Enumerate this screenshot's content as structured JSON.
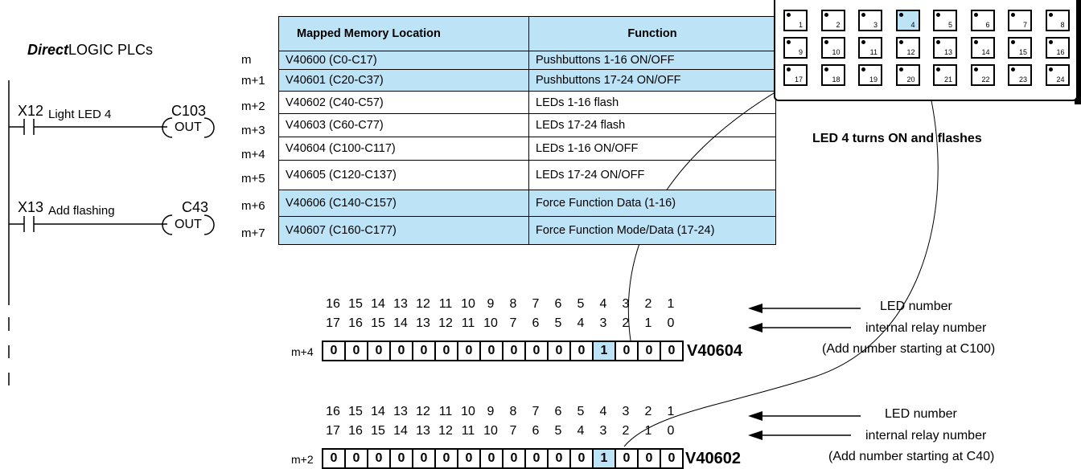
{
  "heading": {
    "bold_part": "Direct",
    "rest": "LOGIC PLCs"
  },
  "ladder": {
    "rung1": {
      "contact": "X12",
      "comment": "Light LED 4",
      "coil_addr": "C103",
      "coil_label": "OUT"
    },
    "rung2": {
      "contact": "X13",
      "comment": "Add flashing",
      "coil_addr": "C43",
      "coil_label": "OUT"
    }
  },
  "table": {
    "headers": [
      "Mapped Memory Location",
      "Function"
    ],
    "rows": [
      {
        "label": "m",
        "location": "V40600 (C0-C17)",
        "function": "Pushbuttons 1-16 ON/OFF",
        "highlight": true
      },
      {
        "label": "m+1",
        "location": "V40601 (C20-C37)",
        "function": "Pushbuttons 17-24 ON/OFF",
        "highlight": true
      },
      {
        "label": "m+2",
        "location": "V40602 (C40-C57)",
        "function": "LEDs 1-16 flash",
        "highlight": false
      },
      {
        "label": "m+3",
        "location": "V40603 (C60-C77)",
        "function": "LEDs 17-24 flash",
        "highlight": false
      },
      {
        "label": "m+4",
        "location": "V40604 (C100-C117)",
        "function": "LEDs 1-16 ON/OFF",
        "highlight": false
      },
      {
        "label": "m+5",
        "location": "V40605 (C120-C137)",
        "function": "LEDs 17-24 ON/OFF",
        "highlight": false
      },
      {
        "label": "m+6",
        "location": "V40606 (C140-C157)",
        "function": "Force Function Data (1-16)",
        "highlight": true
      },
      {
        "label": "m+7",
        "location": "V40607 (C160-C177)",
        "function": "Force Function Mode/Data (17-24)",
        "highlight": true
      }
    ]
  },
  "keypad": {
    "keys": [
      "1",
      "2",
      "3",
      "4",
      "5",
      "6",
      "7",
      "8",
      "9",
      "10",
      "11",
      "12",
      "13",
      "14",
      "15",
      "16",
      "17",
      "18",
      "19",
      "20",
      "21",
      "22",
      "23",
      "24"
    ],
    "lit_key": "4",
    "caption": "LED 4 turns ON and flashes"
  },
  "registers": [
    {
      "row_label": "m+4",
      "led_numbers": [
        "16",
        "15",
        "14",
        "13",
        "12",
        "11",
        "10",
        "9",
        "8",
        "7",
        "6",
        "5",
        "4",
        "3",
        "2",
        "1"
      ],
      "relay_numbers": [
        "17",
        "16",
        "15",
        "14",
        "13",
        "12",
        "11",
        "10",
        "7",
        "6",
        "5",
        "4",
        "3",
        "2",
        "1",
        "0"
      ],
      "bits": [
        "0",
        "0",
        "0",
        "0",
        "0",
        "0",
        "0",
        "0",
        "0",
        "0",
        "0",
        "0",
        "1",
        "0",
        "0",
        "0"
      ],
      "name": "V40604",
      "ann_led": "LED number",
      "ann_relay": "internal relay number",
      "ann_add": "(Add number starting at C100)"
    },
    {
      "row_label": "m+2",
      "led_numbers": [
        "16",
        "15",
        "14",
        "13",
        "12",
        "11",
        "10",
        "9",
        "8",
        "7",
        "6",
        "5",
        "4",
        "3",
        "2",
        "1"
      ],
      "relay_numbers": [
        "17",
        "16",
        "15",
        "14",
        "13",
        "12",
        "11",
        "10",
        "7",
        "6",
        "5",
        "4",
        "3",
        "2",
        "1",
        "0"
      ],
      "bits": [
        "0",
        "0",
        "0",
        "0",
        "0",
        "0",
        "0",
        "0",
        "0",
        "0",
        "0",
        "0",
        "1",
        "0",
        "0",
        "0"
      ],
      "name": "V40602",
      "ann_led": "LED number",
      "ann_relay": "internal relay number",
      "ann_add": "(Add number starting at C40)"
    }
  ]
}
